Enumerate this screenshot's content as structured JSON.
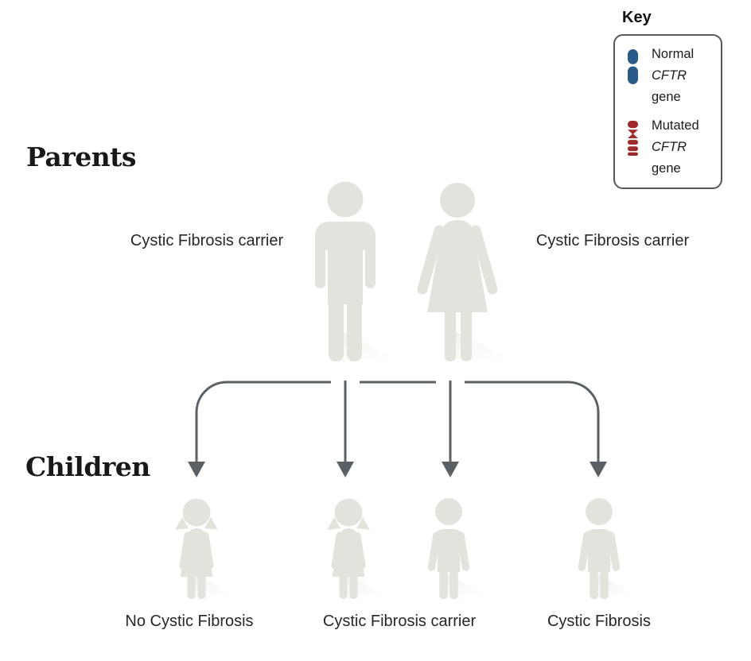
{
  "headings": {
    "parents": "Parents",
    "children": "Children"
  },
  "key": {
    "title": "Key",
    "items": [
      {
        "type": "normal",
        "lines": [
          "Normal",
          "CFTR",
          "gene"
        ]
      },
      {
        "type": "mutated",
        "lines": [
          "Mutated",
          "CFTR",
          "gene"
        ]
      }
    ]
  },
  "parents": {
    "father": {
      "sex": "male",
      "label": "Cystic Fibrosis carrier",
      "genotype": [
        "normal",
        "mutated"
      ]
    },
    "mother": {
      "sex": "female",
      "label": "Cystic Fibrosis carrier",
      "genotype": [
        "normal",
        "mutated"
      ]
    }
  },
  "children": {
    "figures": [
      {
        "sex": "girl",
        "genotype": [
          "normal",
          "normal"
        ]
      },
      {
        "sex": "girl",
        "genotype": [
          "normal",
          "mutated"
        ]
      },
      {
        "sex": "boy",
        "genotype": [
          "normal",
          "mutated"
        ]
      },
      {
        "sex": "boy",
        "genotype": [
          "mutated",
          "mutated"
        ]
      }
    ],
    "labels": [
      "No Cystic Fibrosis",
      "Cystic Fibrosis carrier",
      "Cystic Fibrosis"
    ]
  },
  "colors": {
    "normal_gene": "#2a5a88",
    "mutated_gene": "#9e2a2b",
    "figure": "#e3e3de",
    "arrow": "#5b6065"
  }
}
